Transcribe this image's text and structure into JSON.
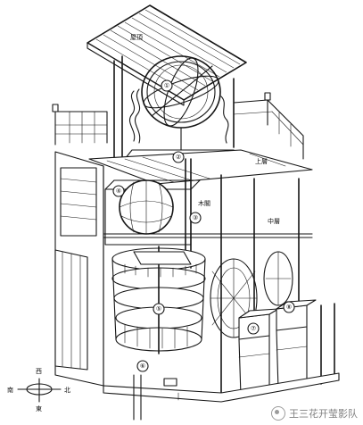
{
  "illustration": {
    "roof_label": "屋頂",
    "upper_deck_label": "上層",
    "middle_deck_label": "中層",
    "inner_label": "木閣",
    "part_numbers": [
      "①",
      "②",
      "③",
      "④",
      "⑤",
      "⑥",
      "⑦",
      "⑧"
    ],
    "compass": {
      "west": "西",
      "south": "南",
      "north": "北",
      "east": "東"
    }
  },
  "watermark": {
    "text": "王三花开莹影队"
  }
}
